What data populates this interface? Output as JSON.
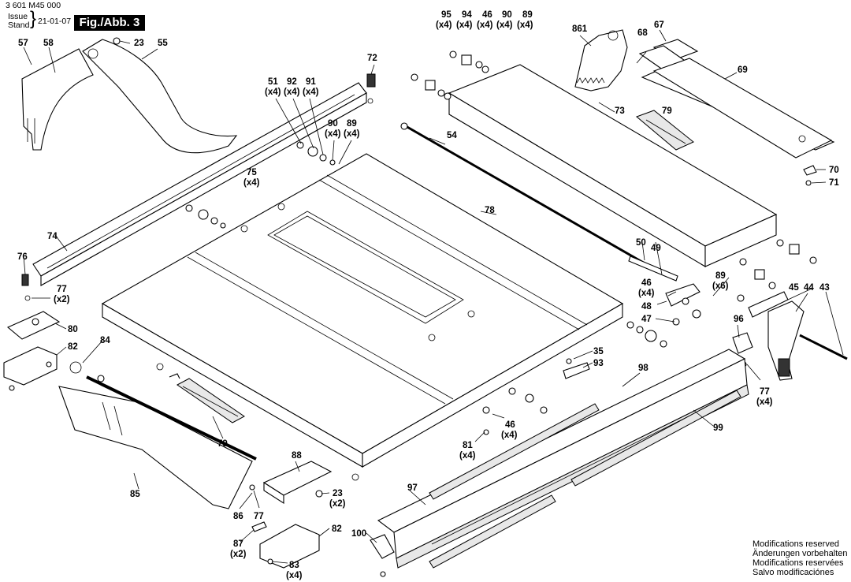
{
  "header": {
    "part_number": "3 601 M45 000",
    "issue_label": "Issue Stand",
    "date": "21-01-07",
    "figure_label": "Fig./Abb. 3"
  },
  "modifications": [
    "Modifications reserved",
    "Änderungen vorbehalten",
    "Modifications reservées",
    "Salvo modificaciónes"
  ],
  "callouts": {
    "c95": "95",
    "c95q": "(x4)",
    "c94": "94",
    "c94q": "(x4)",
    "c46a": "46",
    "c46aq": "(x4)",
    "c90a": "90",
    "c90aq": "(x4)",
    "c89a": "89",
    "c89aq": "(x4)",
    "c861": "861",
    "c67": "67",
    "c68": "68",
    "c69": "69",
    "c57": "57",
    "c58": "58",
    "c23a": "23",
    "c55": "55",
    "c72": "72",
    "c51": "51",
    "c51q": "(x4)",
    "c92": "92",
    "c92q": "(x4)",
    "c91": "91",
    "c91q": "(x4)",
    "c90b": "90",
    "c90bq": "(x4)",
    "c89b": "89",
    "c89bq": "(x4)",
    "c54": "54",
    "c73": "73",
    "c79a": "79",
    "c70": "70",
    "c71": "71",
    "c75": "75",
    "c75q": "(x4)",
    "c78": "78",
    "c74": "74",
    "c76": "76",
    "c77a": "77",
    "c77aq": "(x2)",
    "c80": "80",
    "c82a": "82",
    "c84": "84",
    "c50": "50",
    "c49": "49",
    "c46b": "46",
    "c46bq": "(x4)",
    "c48": "48",
    "c89c": "89",
    "c89cq": "(x6)",
    "c45": "45",
    "c44": "44",
    "c43": "43",
    "c47": "47",
    "c96": "96",
    "c35": "35",
    "c93": "93",
    "c98": "98",
    "c77b": "77",
    "c77bq": "(x4)",
    "c99": "99",
    "c81": "81",
    "c81q": "(x4)",
    "c46c": "46",
    "c46cq": "(x4)",
    "c79b": "79",
    "c85": "85",
    "c88": "88",
    "c23b": "23",
    "c23bq": "(x2)",
    "c86": "86",
    "c77c": "77",
    "c97": "97",
    "c87": "87",
    "c87q": "(x2)",
    "c82b": "82",
    "c83": "83",
    "c83q": "(x4)",
    "c100": "100"
  }
}
